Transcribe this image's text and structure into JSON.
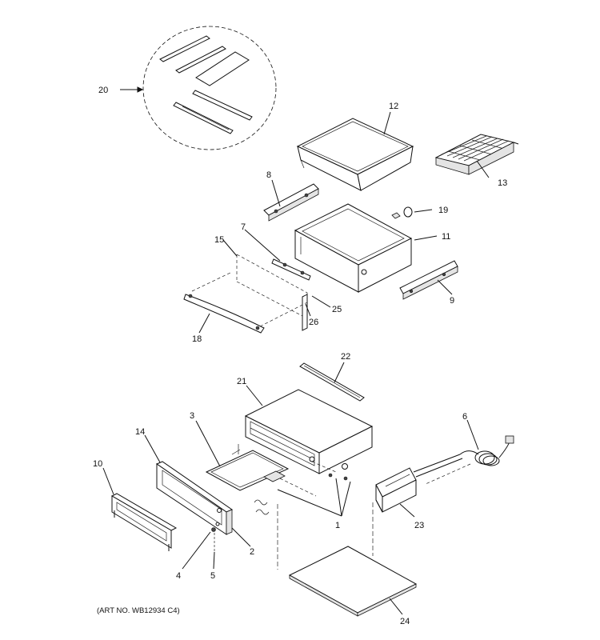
{
  "callouts": {
    "c1": "1",
    "c2": "2",
    "c3": "3",
    "c4": "4",
    "c5": "5",
    "c6": "6",
    "c7": "7",
    "c8": "8",
    "c9": "9",
    "c10": "10",
    "c11": "11",
    "c12": "12",
    "c13": "13",
    "c14": "14",
    "c15": "15",
    "c18": "18",
    "c19": "19",
    "c20": "20",
    "c21": "21",
    "c22": "22",
    "c23": "23",
    "c24": "24",
    "c25": "25",
    "c26": "26"
  },
  "art_number": "(ART NO. WB12934 C4)"
}
